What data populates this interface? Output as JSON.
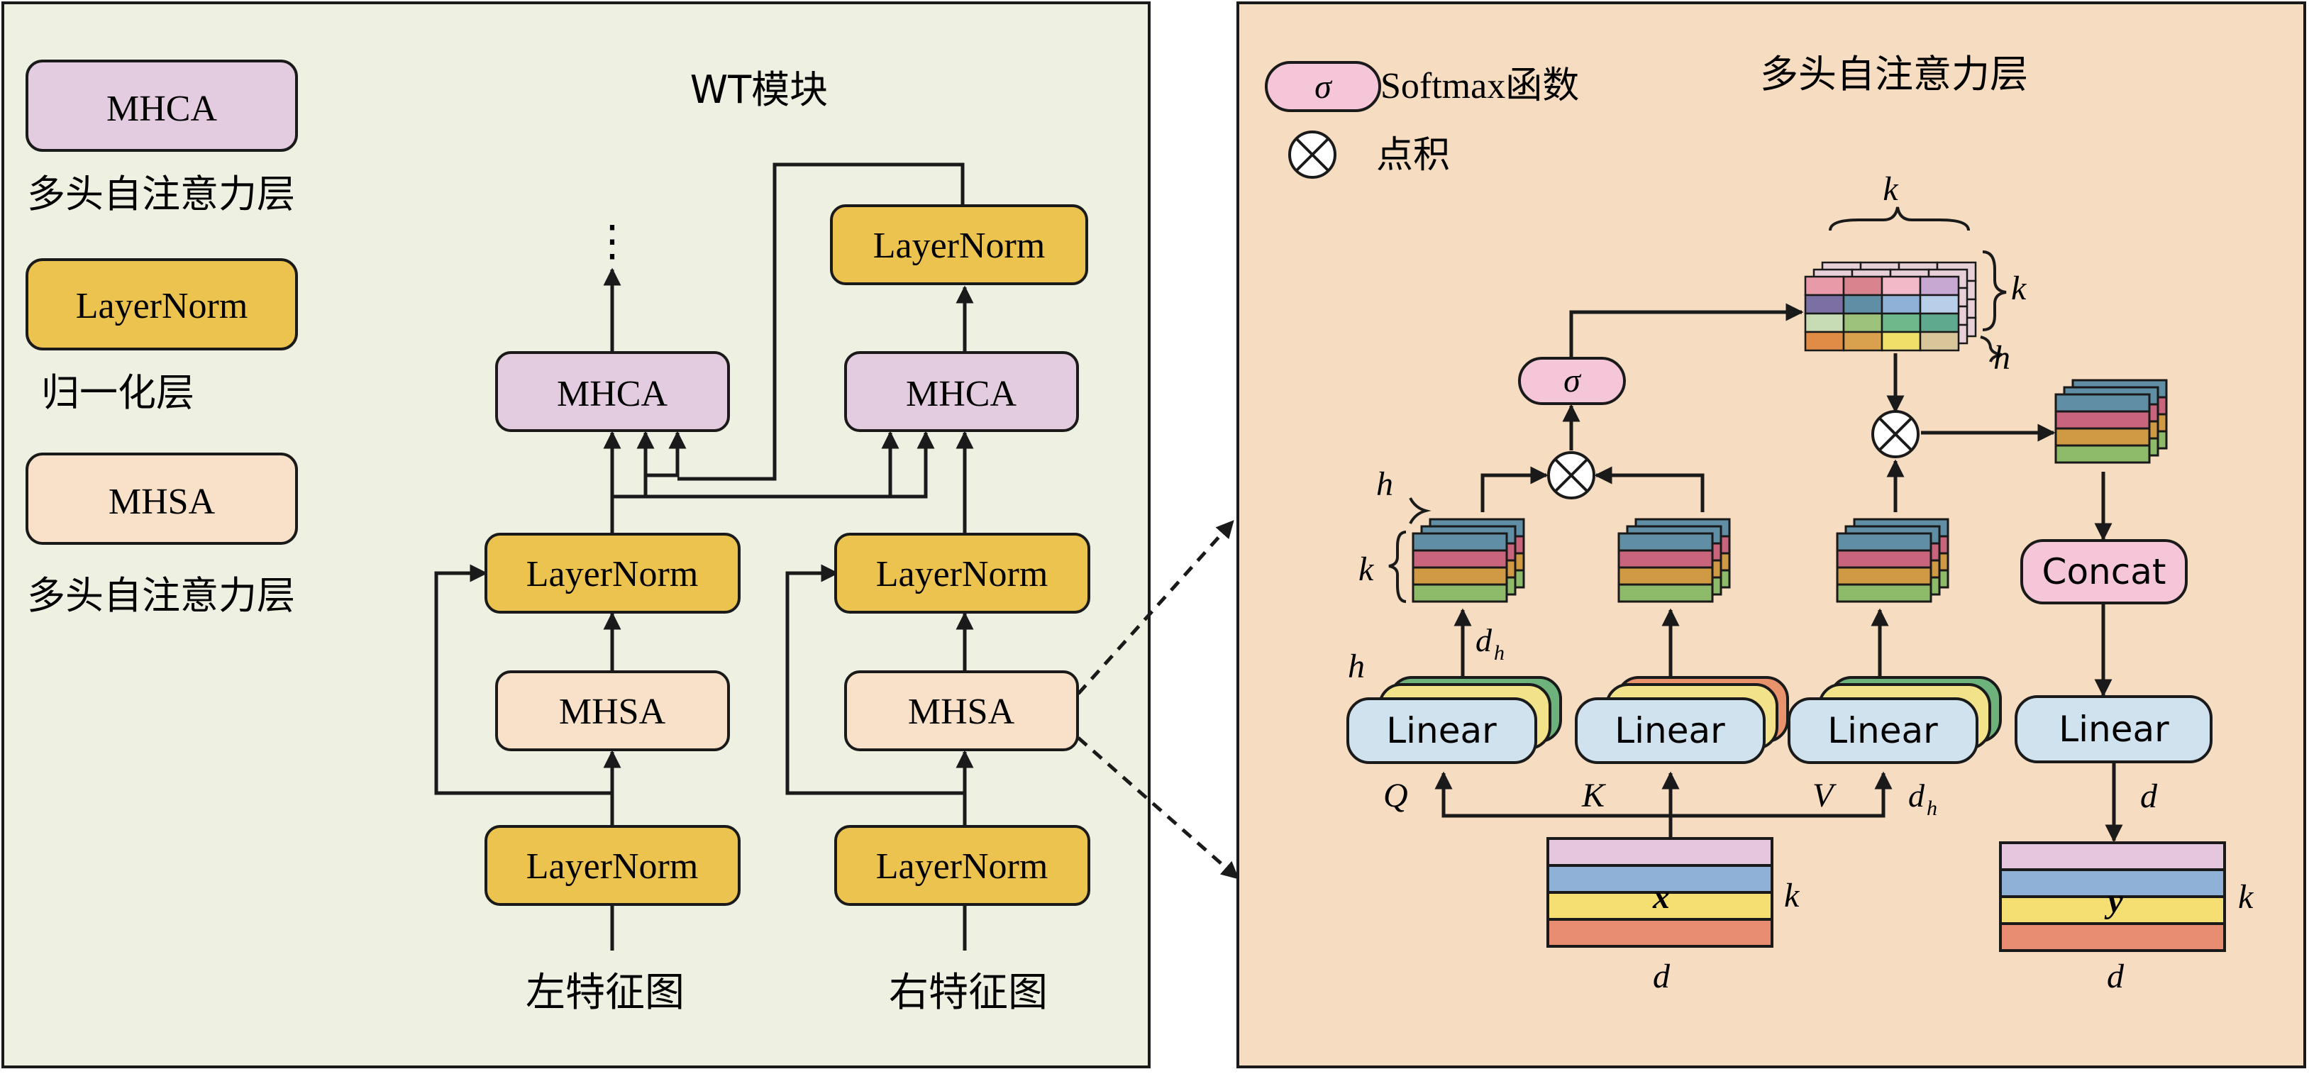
{
  "colors": {
    "left_panel_bg": "#eef0e2",
    "right_panel_bg": "#f6dcc1",
    "mhca_fill": "#e3cbe0",
    "layernorm_fill": "#ecc34f",
    "mhsa_fill": "#f8e1c8",
    "linear_fill": "#cfe2ee",
    "softmax_fill": "#f4c6d8",
    "concat_fill": "#f4c6d8",
    "stroke": "#1a1a1a"
  },
  "left": {
    "title": "WT模块",
    "legend": [
      {
        "box": "MHCA",
        "caption": "多头自注意力层"
      },
      {
        "box": "LayerNorm",
        "caption": "归一化层"
      },
      {
        "box": "MHSA",
        "caption": "多头自注意力层"
      }
    ],
    "left_column": {
      "top_norm": "",
      "mhca": "MHCA",
      "mid_norm": "LayerNorm",
      "mhsa": "MHSA",
      "bottom_norm": "LayerNorm",
      "input": "左特征图",
      "continuation": "⋮"
    },
    "right_column": {
      "top_norm": "LayerNorm",
      "mhca": "MHCA",
      "mid_norm": "LayerNorm",
      "mhsa": "MHSA",
      "bottom_norm": "LayerNorm",
      "input": "右特征图"
    }
  },
  "right": {
    "title": "多头自注意力层",
    "legend_softmax_symbol": "σ",
    "legend_softmax_text": "Softmax函数",
    "legend_dot_text": "点积",
    "sigma": "σ",
    "linear_q": "Linear",
    "linear_k": "Linear",
    "linear_v": "Linear",
    "linear_out": "Linear",
    "concat": "Concat",
    "labels": {
      "Q": "Q",
      "K": "K",
      "V": "V",
      "h": "h",
      "k": "k",
      "d": "d",
      "dh_base": "d",
      "dh_sub": "h",
      "x": "x",
      "y": "y"
    }
  }
}
